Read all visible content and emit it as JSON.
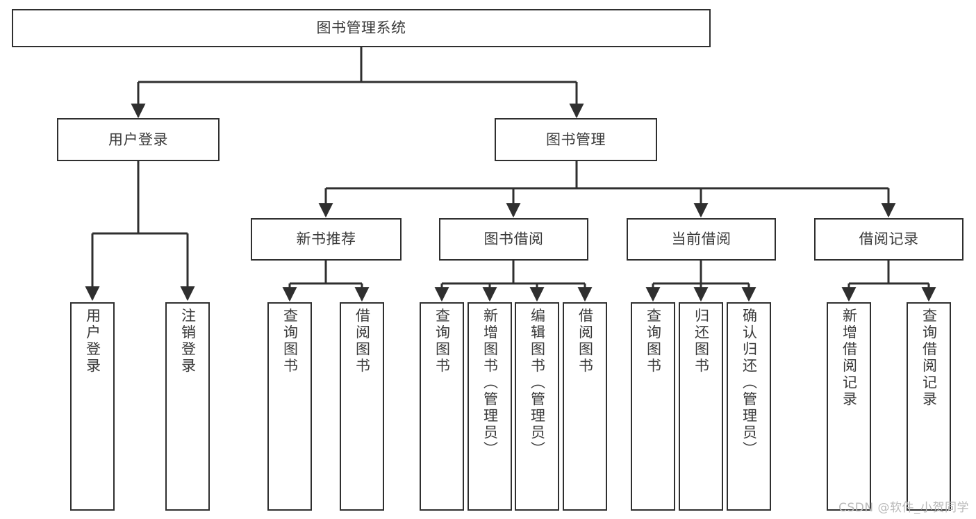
{
  "diagram": {
    "title": "图书管理系统",
    "type": "tree-hierarchy-diagram",
    "colors": {
      "background": "#ffffff",
      "border": "#2f2f2f",
      "text": "#3a3a3a",
      "edge": "#2f2f2f",
      "watermark": "#b9b9b9"
    }
  },
  "watermark": {
    "text": "CSDN @软件_小贺同学"
  },
  "nodes": {
    "root": {
      "label": "图书管理系统"
    },
    "level2": [
      {
        "label": "用户登录"
      },
      {
        "label": "图书管理"
      }
    ],
    "level3": [
      {
        "label": "新书推荐"
      },
      {
        "label": "图书借阅"
      },
      {
        "label": "当前借阅"
      },
      {
        "label": "借阅记录"
      }
    ],
    "leaves": {
      "user_login": [
        {
          "label": "用户登录"
        },
        {
          "label": "注销登录"
        }
      ],
      "new_book_recommend": [
        {
          "label": "查询图书"
        },
        {
          "label": "借阅图书"
        }
      ],
      "book_borrow": [
        {
          "label": "查询图书"
        },
        {
          "label": "新增图书（管理员）"
        },
        {
          "label": "编辑图书（管理员）"
        },
        {
          "label": "借阅图书"
        }
      ],
      "current_borrow": [
        {
          "label": "查询图书"
        },
        {
          "label": "归还图书"
        },
        {
          "label": "确认归还（管理员）"
        }
      ],
      "borrow_record": [
        {
          "label": "新增借阅记录"
        },
        {
          "label": "查询借阅记录"
        }
      ]
    }
  }
}
